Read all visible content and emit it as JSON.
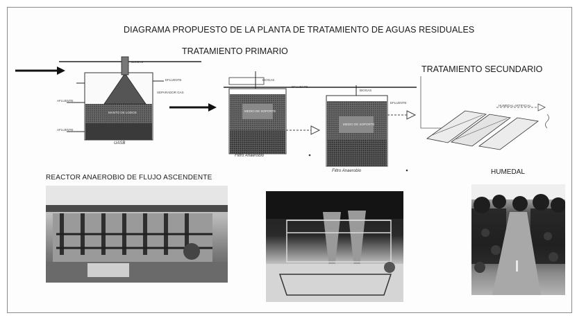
{
  "diagram": {
    "title": "DIAGRAMA PROPUESTO DE LA PLANTA DE TRATAMIENTO DE AGUAS RESIDUALES",
    "primary_label": "TRATAMIENTO PRIMARIO",
    "secondary_label": "TRATAMIENTO SECUNDARIO",
    "reactor_label": "REACTOR ANAEROBIO DE FLUJO ASCENDENTE",
    "wetland_label": "HUMEDAL",
    "uasb": {
      "biogas": "BIOGAS",
      "effluent": "EFLUENTE",
      "separator": "SEPARADOR GAS",
      "influent": "AFLUENTE",
      "influent2": "AFLUENTE",
      "sludge": "MANTO DE LODOS",
      "name": "UASB"
    },
    "filter1": {
      "biogas": "BIOGAS",
      "effluent": "EFLUENTE",
      "media": "MEDIO DE SOPORTE",
      "caption": "Filtro Anaerobio"
    },
    "filter2": {
      "biogas": "BIOGAS",
      "effluent": "EFLUENTE",
      "media": "MEDIO DE SOPORTE",
      "caption": "Filtro Anaerobio"
    },
    "wetland_note": "HUMEDAL ARTIFICIAL",
    "colors": {
      "ink": "#1a1a1a",
      "frame": "#8a8a8a",
      "arrow": "#111111"
    }
  }
}
